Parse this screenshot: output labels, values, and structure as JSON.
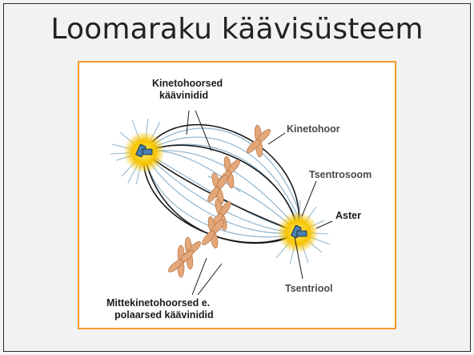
{
  "slide": {
    "title": "Loomaraku käävisüsteem"
  },
  "labels": {
    "kinetochore_fibers_line1": "Kinetohoorsed",
    "kinetochore_fibers_line2": "käävinidid",
    "kinetochore": "Kinetohoor",
    "centrosome": "Tsentrosoom",
    "aster": "Aster",
    "centriole": "Tsentriool",
    "polar_fibers_line1": "Mittekinetohoorsed  e.",
    "polar_fibers_line2": "polaarsed käävinidid"
  },
  "colors": {
    "frame_border": "#f39a2c",
    "centrosome_glow": "#f7c400",
    "chromosome": "#e3a77a",
    "spindle_fiber": "#1a1a1a",
    "astral_fiber": "#8fb4cc"
  }
}
